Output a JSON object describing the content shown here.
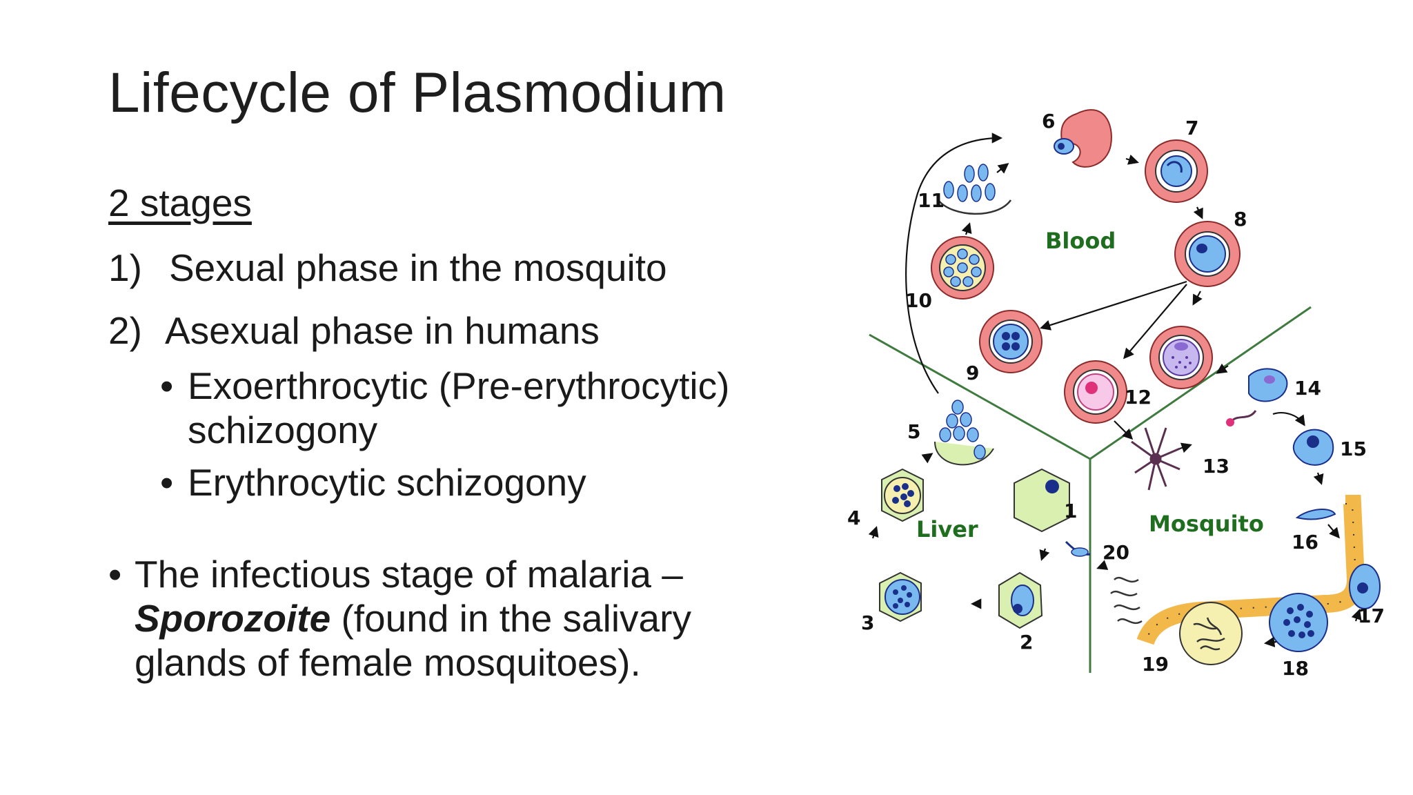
{
  "slide": {
    "title": "Lifecycle of Plasmodium",
    "heading": "2 stages",
    "numbered": [
      {
        "num": "1)",
        "text": "Sexual phase in the mosquito"
      },
      {
        "num": "2)",
        "text": "Asexual phase in humans"
      }
    ],
    "sub_bullets": [
      {
        "text": "Exoerthrocytic (Pre-erythrocytic) schizogony"
      },
      {
        "text": "Erythrocytic schizogony"
      }
    ],
    "bullet_glyph": "•",
    "infectious": {
      "prefix": "The infectious stage of malaria – ",
      "emphasis": "Sporozoite",
      "suffix": " (found in the salivary glands of female mosquitoes)."
    }
  },
  "diagram": {
    "regions": {
      "blood": "Blood",
      "liver": "Liver",
      "mosquito": "Mosquito"
    },
    "stage_numbers": [
      "1",
      "2",
      "3",
      "4",
      "5",
      "6",
      "7",
      "8",
      "9",
      "10",
      "11",
      "12",
      "13",
      "14",
      "15",
      "16",
      "17",
      "18",
      "19",
      "20"
    ],
    "colors": {
      "region_label": "#1f6e1f",
      "divider": "#3f7a3f",
      "rbc": "#f08a8a",
      "liver_cell": "#d9f0b0",
      "nucleus": "#1a2f8a",
      "parasite": "#7ab8f0",
      "gut_wall": "#f2b84a",
      "oocyst": "#f5f0b0"
    }
  }
}
